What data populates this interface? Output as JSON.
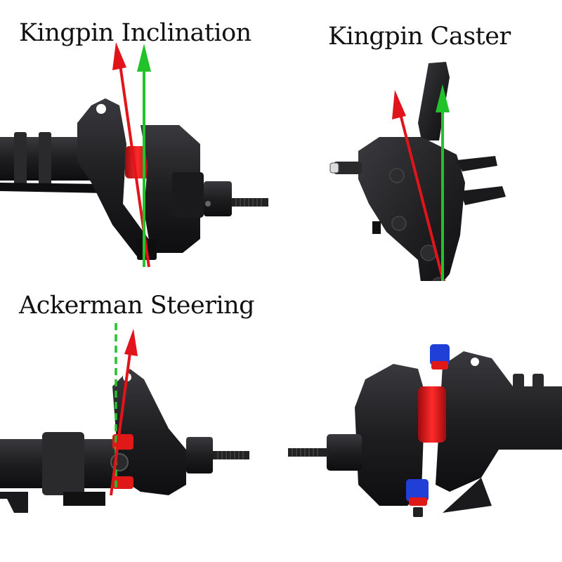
{
  "labels": {
    "kingpin_inclination": "Kingpin Inclination",
    "kingpin_caster": "Kingpin Caster",
    "ackerman_steering": "Ackerman Steering"
  },
  "colors": {
    "background": "#ffffff",
    "metal": "#1e1e20",
    "metal_light": "#3a3a3e",
    "metal_dark": "#0e0e10",
    "red_anodized": "#e01818",
    "blue_anodized": "#1f3fd6",
    "arrow_red": "#e0141a",
    "arrow_green": "#22c32a",
    "text": "#111111"
  },
  "icons": {
    "axle_part": "rc-axle-knuckle",
    "arrow": "angle-arrow"
  }
}
